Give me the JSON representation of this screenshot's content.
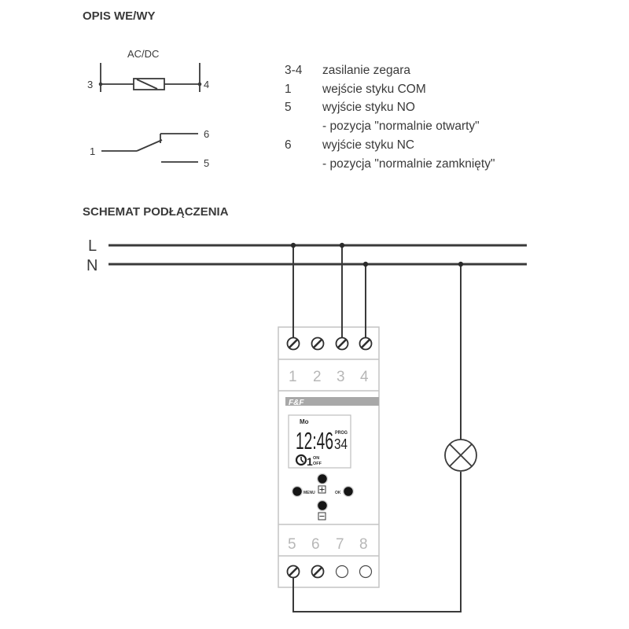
{
  "sections": {
    "io_title": "OPIS WE/WY",
    "wiring_title": "SCHEMAT PODŁĄCZENIA"
  },
  "io_symbol": {
    "coil_label": "AC/DC",
    "coil_left_terminal": "3",
    "coil_right_terminal": "4",
    "contact_common": "1",
    "contact_nc": "6",
    "contact_no": "5"
  },
  "io_description": [
    {
      "code": "3-4",
      "text": "zasilanie zegara"
    },
    {
      "code": "1",
      "text": "wejście styku COM"
    },
    {
      "code": "5",
      "text": "wyjście styku NO"
    },
    {
      "code": "",
      "text": "- pozycja \"normalnie otwarty\""
    },
    {
      "code": "6",
      "text": "wyjście styku NC"
    },
    {
      "code": "",
      "text": "- pozycja \"normalnie zamknięty\""
    }
  ],
  "wiring": {
    "line_label": "L",
    "neutral_label": "N",
    "top_terminals": [
      "1",
      "2",
      "3",
      "4"
    ],
    "bottom_terminals": [
      "5",
      "6",
      "7",
      "8"
    ],
    "top_screw_types": [
      "screw",
      "screw",
      "screw",
      "screw"
    ],
    "bottom_screw_types": [
      "screw",
      "screw",
      "empty",
      "empty"
    ]
  },
  "device": {
    "brand": "F&F",
    "lcd": {
      "day": "Mo",
      "time": "12:46",
      "prog_label": "PROG",
      "prog_number": "34",
      "channel": "1",
      "on_label": "ON",
      "off_label": "OFF"
    },
    "buttons": {
      "menu": "MENU",
      "ok": "OK",
      "plus": "+",
      "minus": "−"
    }
  }
}
